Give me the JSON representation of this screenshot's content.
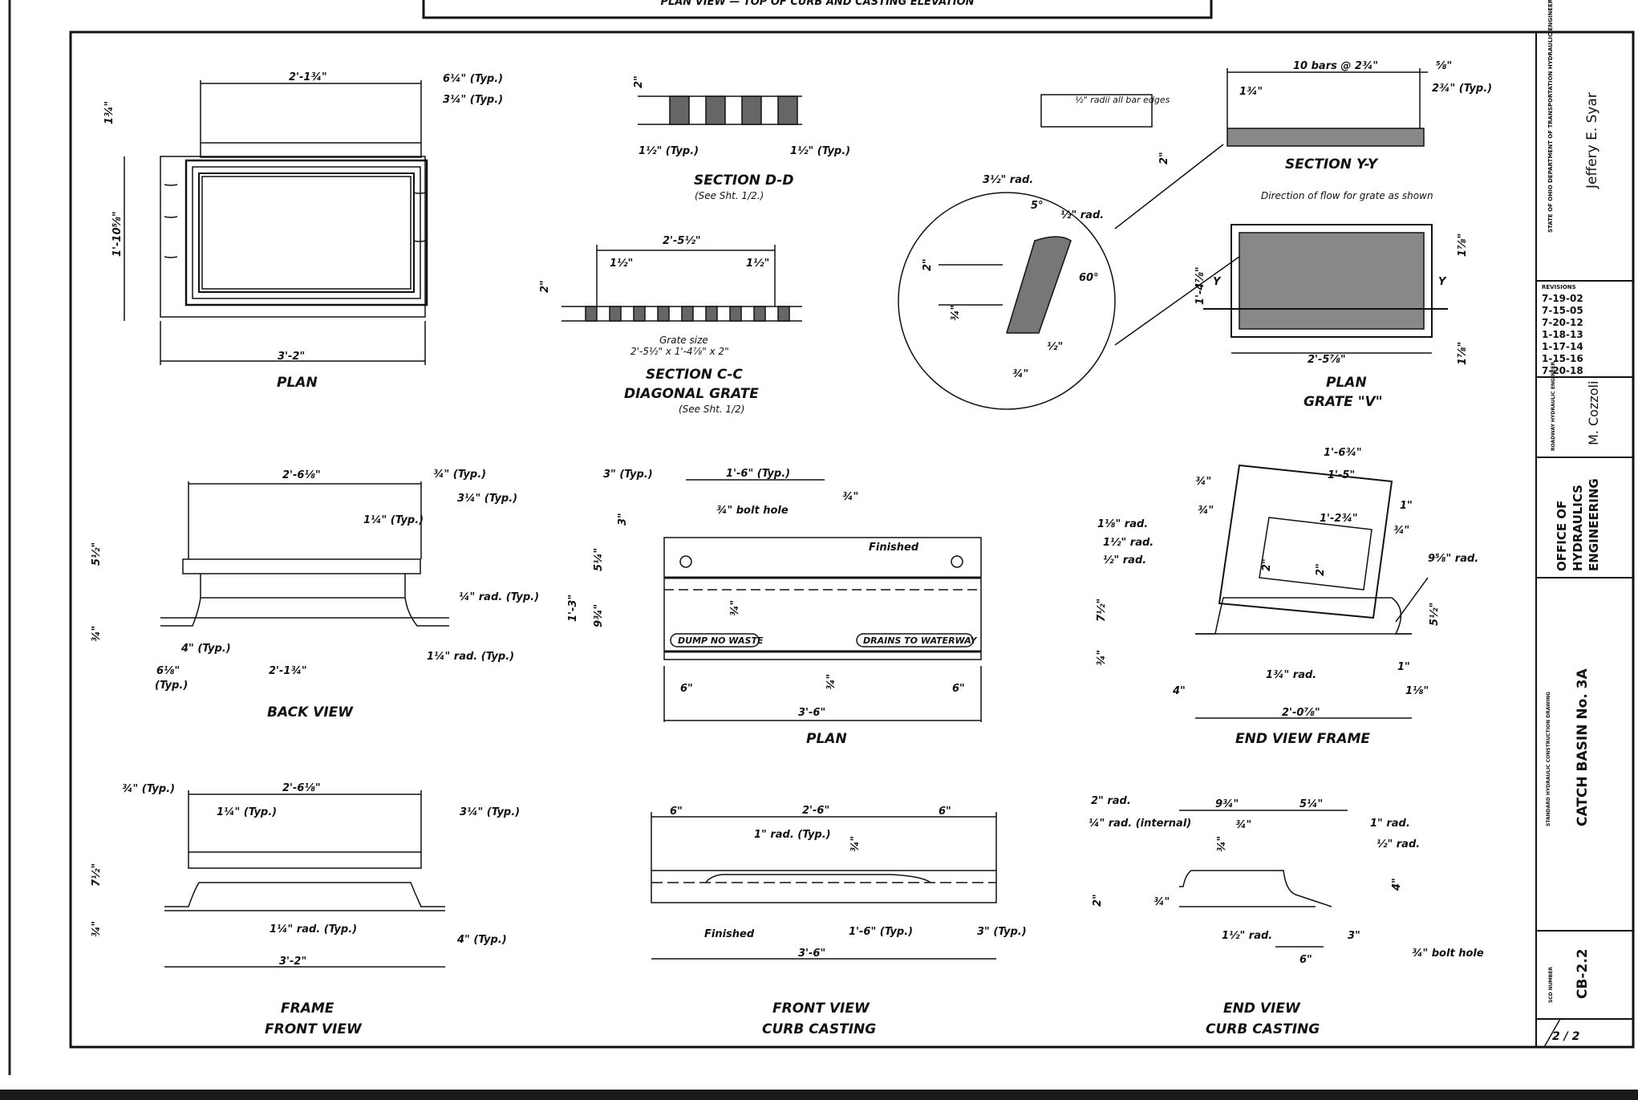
{
  "header": {
    "banner_text": "PLAN VIEW — TOP OF CURB AND CASTING ELEVATION"
  },
  "views": {
    "plan_frame": {
      "title": "PLAN",
      "dims": [
        "2'-1¾\"",
        "6¼\" (Typ.)",
        "3¼\" (Typ.)",
        "1¾\"",
        "1'-10⅝\"",
        "3'-2\""
      ]
    },
    "section_dd": {
      "title": "SECTION D-D",
      "note": "(See Sht. 1/2.)",
      "dims": [
        "2\"",
        "1½\" (Typ.)",
        "1½\" (Typ.)"
      ]
    },
    "section_cc": {
      "title": "SECTION C-C",
      "subtitle": "DIAGONAL GRATE",
      "note": "(See Sht. 1/2)",
      "dims": [
        "2'-5½\"",
        "1½\"",
        "1½\"",
        "2\""
      ],
      "grate_size_label": "Grate size",
      "grate_size": "2'-5½\" x 1'-4⅞\" x 2\""
    },
    "detail_circle": {
      "callout": "½\" radii all bar edges",
      "dims": [
        "3½\" rad.",
        "5°",
        "½\" rad.",
        "2\"",
        "60°",
        "¾\"",
        "½\"",
        "¾\""
      ]
    },
    "section_yy": {
      "title": "SECTION Y-Y",
      "dims": [
        "10 bars @ 2¾\"",
        "⅝\"",
        "1¾\"",
        "2¾\" (Typ.)",
        "2\""
      ]
    },
    "plan_grate": {
      "title": "PLAN",
      "subtitle": "GRATE \"V\"",
      "flow_note": "Direction of flow for grate as shown",
      "dims": [
        "1'-4⅞\"",
        "1⅞\"",
        "1⅞\"",
        "2'-5⅞\"",
        "Y",
        "Y"
      ]
    },
    "back_view": {
      "title": "BACK VIEW",
      "dims": [
        "2'-6⅛\"",
        "¾\" (Typ.)",
        "3¼\" (Typ.)",
        "1¼\" (Typ.)",
        "5½\"",
        "¼\" rad. (Typ.)",
        "¾\"",
        "4\" (Typ.)",
        "6⅛\"",
        "(Typ.)",
        "2'-1¾\"",
        "1¼\" rad. (Typ.)"
      ]
    },
    "plan_curb": {
      "title": "PLAN",
      "dims": [
        "3\" (Typ.)",
        "1'-6\" (Typ.)",
        "¾\"",
        "¾\" bolt hole",
        "3\"",
        "5¼\"",
        "Finished",
        "1'-3\"",
        "9¾\"",
        "¾\"",
        "6\"",
        "¾\"",
        "6\"",
        "3'-6\""
      ],
      "stamps": [
        "DUMP NO WASTE",
        "DRAINS TO WATERWAY"
      ]
    },
    "end_view_frame": {
      "title": "END VIEW FRAME",
      "dims": [
        "1'-6¾\"",
        "¾\"",
        "1'-5\"",
        "1\"",
        "¾\"",
        "1'-2¾\"",
        "¾\"",
        "1⅛\" rad.",
        "1½\" rad.",
        "½\" rad.",
        "2\"",
        "2\"",
        "9⅝\" rad.",
        "7½\"",
        "5½\"",
        "¾\"",
        "1¾\" rad.",
        "1\"",
        "4\"",
        "1⅛\"",
        "2'-0⅞\""
      ]
    },
    "frame_front": {
      "title": "FRAME",
      "subtitle": "FRONT VIEW",
      "dims": [
        "¾\" (Typ.)",
        "2'-6⅛\"",
        "1¼\" (Typ.)",
        "3¼\" (Typ.)",
        "7½\"",
        "1¼\" rad. (Typ.)",
        "¾\"",
        "4\" (Typ.)",
        "3'-2\""
      ]
    },
    "front_curb": {
      "title": "FRONT VIEW",
      "subtitle": "CURB CASTING",
      "dims": [
        "6\"",
        "2'-6\"",
        "6\"",
        "1\" rad. (Typ.)",
        "¾\"",
        "Finished",
        "1'-6\" (Typ.)",
        "3'-6\"",
        "3\" (Typ.)"
      ]
    },
    "end_curb": {
      "title": "END VIEW",
      "subtitle": "CURB CASTING",
      "dims": [
        "2\" rad.",
        "9¾\"",
        "5¼\"",
        "1\" rad.",
        "¼\" rad. (internal)",
        "¾\"",
        "½\" rad.",
        "¾\"",
        "4\"",
        "2\"",
        "¾\"",
        "1½\" rad.",
        "3\"",
        "6\"",
        "¾\" bolt hole"
      ]
    }
  },
  "title_block": {
    "agency": "STATE OF OHIO DEPARTMENT OF TRANSPORTATION HYDRAULIC ENGINEER",
    "signer": "Jeffery E. Syar",
    "revisions_label": "REVISIONS",
    "revisions": [
      "7-19-02",
      "7-15-05",
      "7-20-12",
      "1-18-13",
      "1-17-14",
      "1-15-16",
      "7-20-18"
    ],
    "roadway_label": "ROADWAY HYDRAULIC ENGINEER",
    "roadway_engineer": "M. Cozzoli",
    "office": [
      "OFFICE OF",
      "HYDRAULICS",
      "ENGINEERING"
    ],
    "drawing_type": "STANDARD HYDRAULIC CONSTRUCTION DRAWING",
    "drawing_title": "CATCH BASIN No. 3A",
    "scd_label": "SCD NUMBER",
    "scd_number": "CB-2.2",
    "sheet": "2 / 2"
  }
}
